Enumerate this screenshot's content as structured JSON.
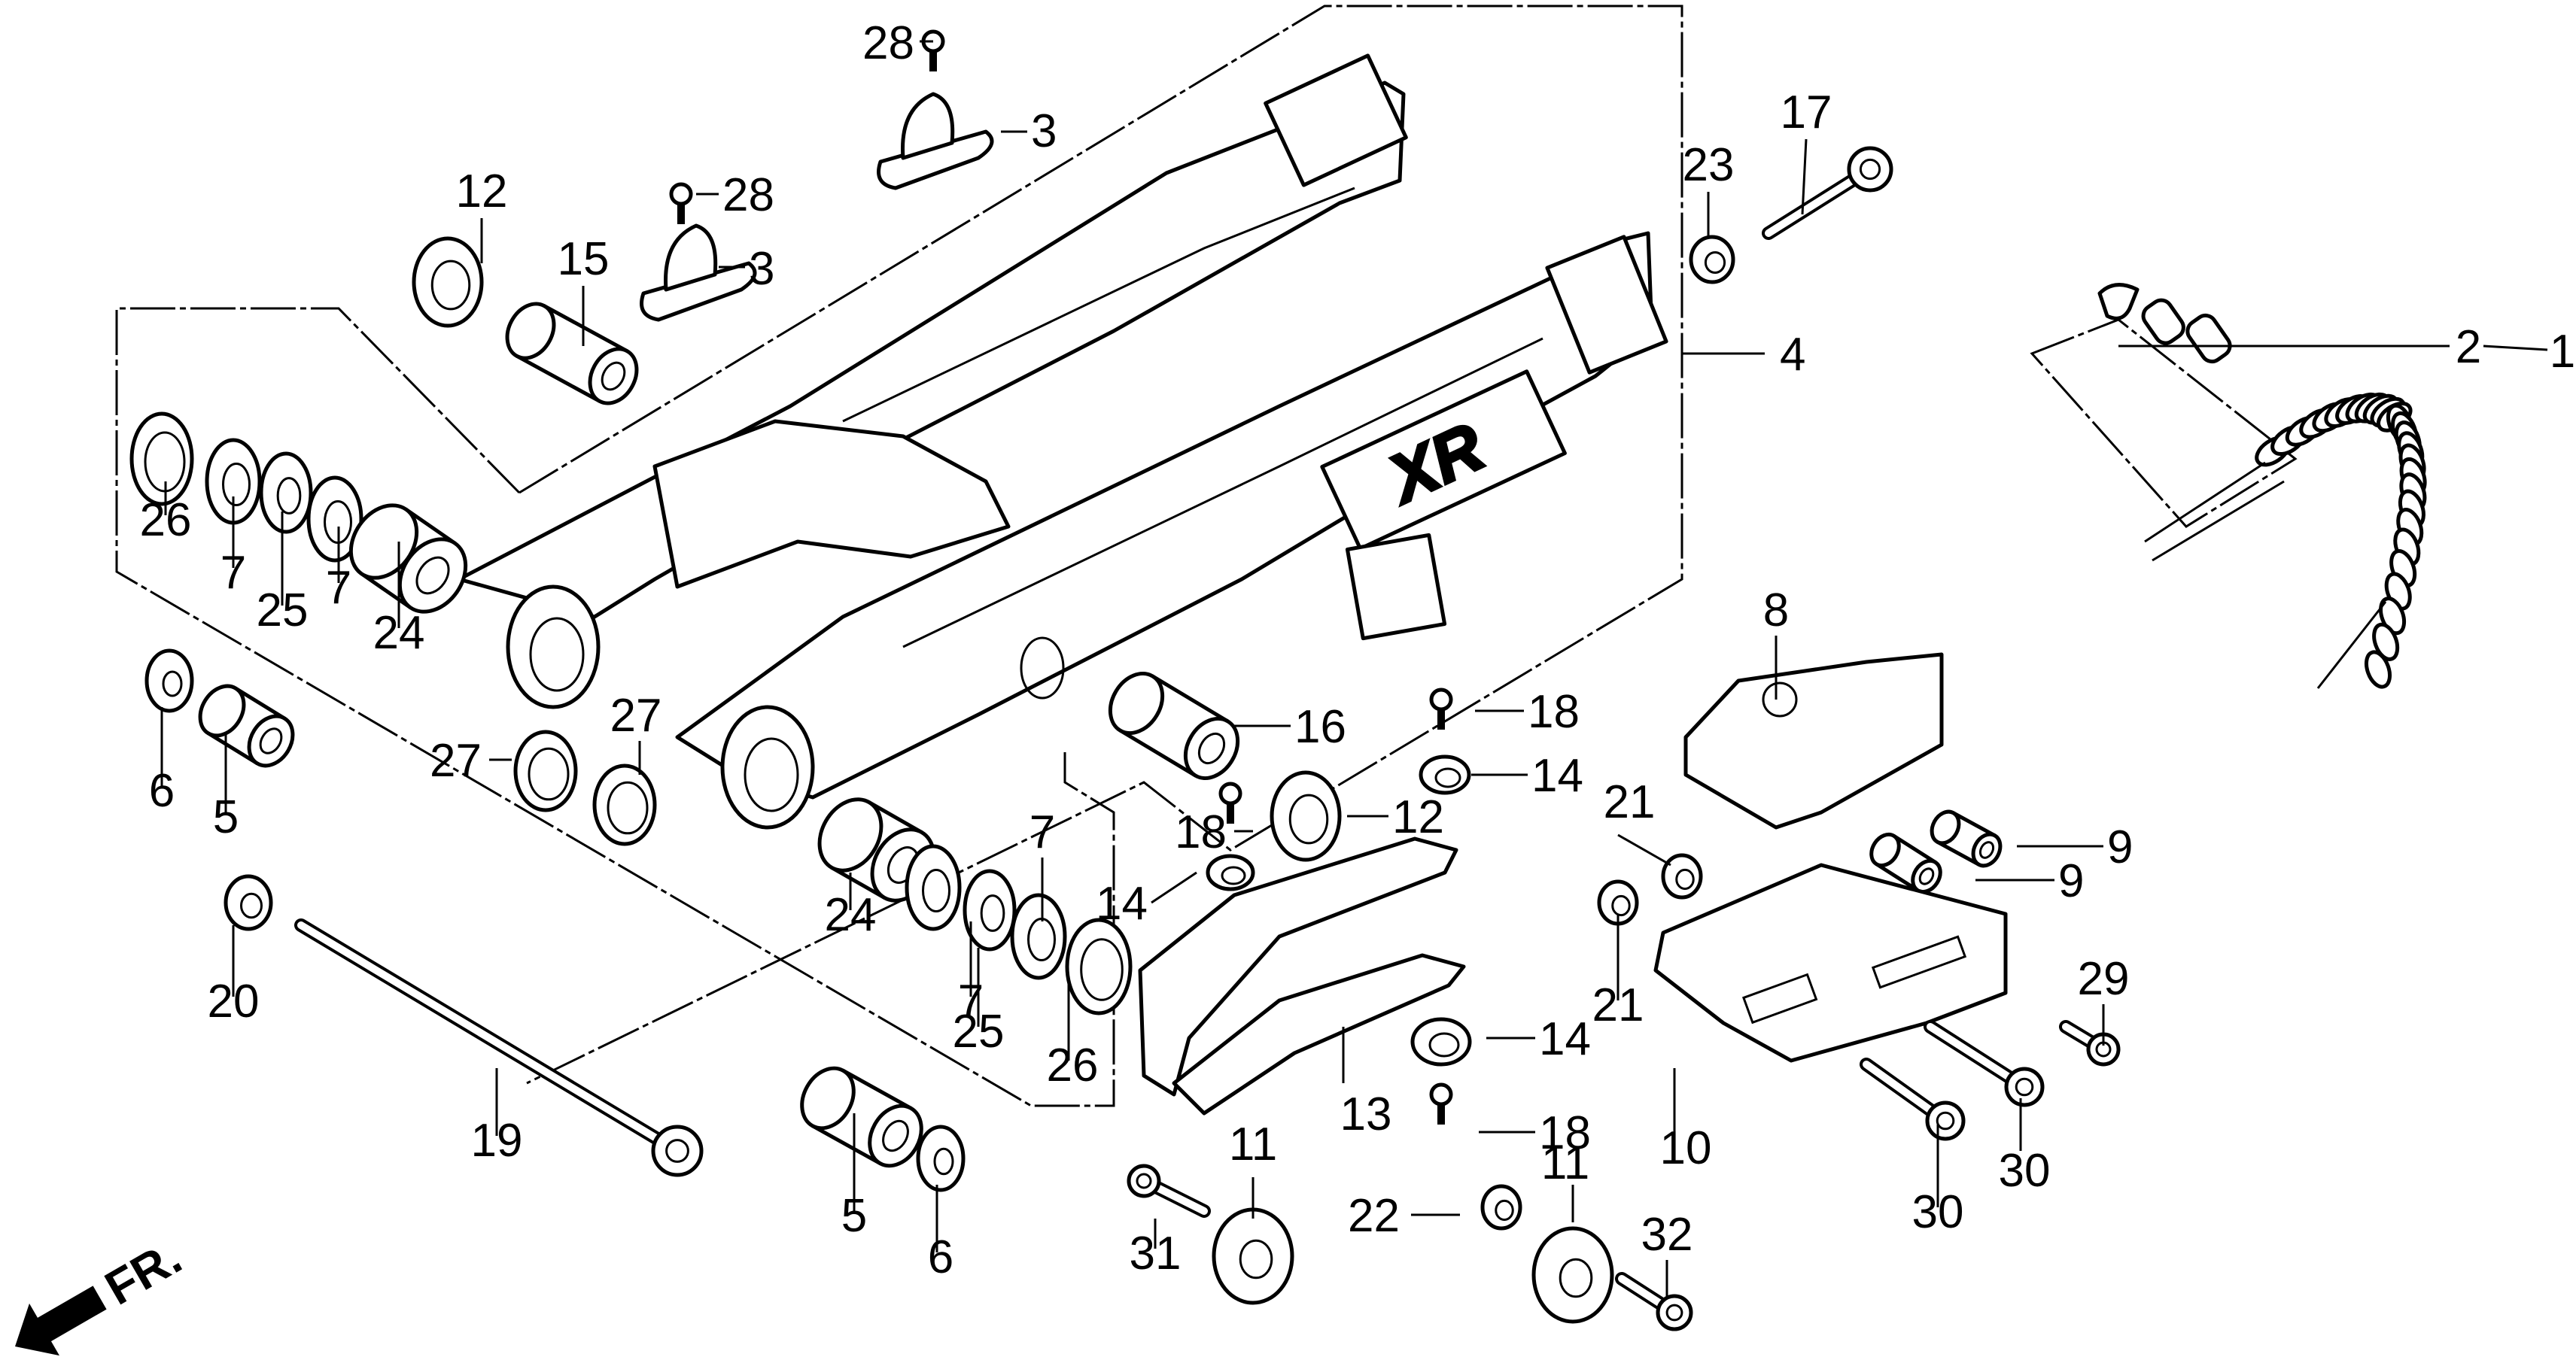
{
  "diagram": {
    "title": "Swingarm / Drive Chain exploded parts diagram",
    "logo_text": "XR",
    "colors": {
      "ink": "#000000",
      "paper": "#ffffff"
    },
    "direction_indicator": {
      "label": "FR.",
      "icon": "front-arrow-icon"
    },
    "parts": [
      {
        "ref": "1",
        "name": "drive-chain"
      },
      {
        "ref": "2",
        "name": "chain-joint-set"
      },
      {
        "ref": "3",
        "name": "brake-hose-clamp"
      },
      {
        "ref": "4",
        "name": "swingarm"
      },
      {
        "ref": "5",
        "name": "pivot-collar"
      },
      {
        "ref": "6",
        "name": "dust-seal-cap"
      },
      {
        "ref": "7",
        "name": "thrust-washer"
      },
      {
        "ref": "8",
        "name": "chain-slider-upper"
      },
      {
        "ref": "9",
        "name": "guide-collar"
      },
      {
        "ref": "10",
        "name": "chain-guide"
      },
      {
        "ref": "11",
        "name": "chain-roller"
      },
      {
        "ref": "12",
        "name": "pivot-bushing"
      },
      {
        "ref": "13",
        "name": "chain-slider"
      },
      {
        "ref": "14",
        "name": "rubber-grommet"
      },
      {
        "ref": "15",
        "name": "shock-collar"
      },
      {
        "ref": "16",
        "name": "slider-collar"
      },
      {
        "ref": "17",
        "name": "adjuster-bolt"
      },
      {
        "ref": "18",
        "name": "screw"
      },
      {
        "ref": "19",
        "name": "pivot-bolt"
      },
      {
        "ref": "20",
        "name": "pivot-nut"
      },
      {
        "ref": "21",
        "name": "guide-nut"
      },
      {
        "ref": "22",
        "name": "roller-nut"
      },
      {
        "ref": "23",
        "name": "lock-nut"
      },
      {
        "ref": "24",
        "name": "needle-bearing"
      },
      {
        "ref": "25",
        "name": "thrust-bearing"
      },
      {
        "ref": "26",
        "name": "oil-seal"
      },
      {
        "ref": "27",
        "name": "dust-seal"
      },
      {
        "ref": "28",
        "name": "clamp-screw"
      },
      {
        "ref": "29",
        "name": "flange-bolt"
      },
      {
        "ref": "30",
        "name": "guide-bolt"
      },
      {
        "ref": "31",
        "name": "roller-bolt"
      },
      {
        "ref": "32",
        "name": "roller-bolt-b"
      }
    ],
    "callouts": [
      {
        "label": "28"
      },
      {
        "label": "3"
      },
      {
        "label": "28"
      },
      {
        "label": "3"
      },
      {
        "label": "12"
      },
      {
        "label": "15"
      },
      {
        "label": "17"
      },
      {
        "label": "23"
      },
      {
        "label": "4"
      },
      {
        "label": "2"
      },
      {
        "label": "1"
      },
      {
        "label": "26"
      },
      {
        "label": "7"
      },
      {
        "label": "25"
      },
      {
        "label": "7"
      },
      {
        "label": "24"
      },
      {
        "label": "6"
      },
      {
        "label": "5"
      },
      {
        "label": "27"
      },
      {
        "label": "27"
      },
      {
        "label": "16"
      },
      {
        "label": "18"
      },
      {
        "label": "14"
      },
      {
        "label": "18"
      },
      {
        "label": "14"
      },
      {
        "label": "12"
      },
      {
        "label": "8"
      },
      {
        "label": "21"
      },
      {
        "label": "9"
      },
      {
        "label": "9"
      },
      {
        "label": "21"
      },
      {
        "label": "29"
      },
      {
        "label": "7"
      },
      {
        "label": "24"
      },
      {
        "label": "7"
      },
      {
        "label": "25"
      },
      {
        "label": "26"
      },
      {
        "label": "13"
      },
      {
        "label": "14"
      },
      {
        "label": "18"
      },
      {
        "label": "10"
      },
      {
        "label": "30"
      },
      {
        "label": "30"
      },
      {
        "label": "20"
      },
      {
        "label": "19"
      },
      {
        "label": "5"
      },
      {
        "label": "6"
      },
      {
        "label": "11"
      },
      {
        "label": "31"
      },
      {
        "label": "22"
      },
      {
        "label": "11"
      },
      {
        "label": "32"
      }
    ]
  }
}
